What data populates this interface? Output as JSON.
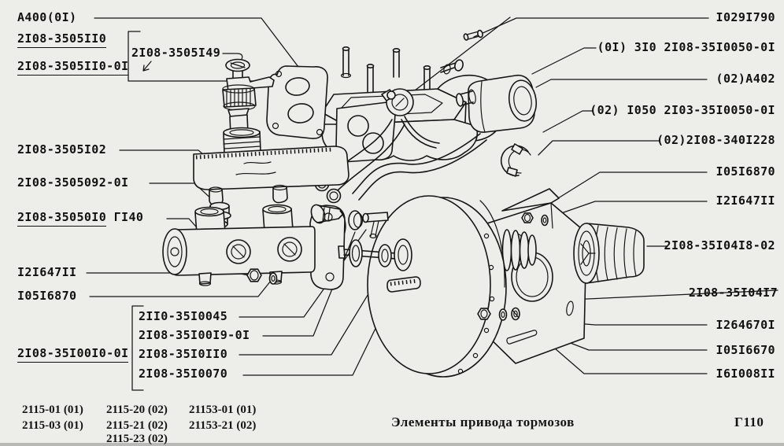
{
  "figure": {
    "caption": "Элементы привода тормозов",
    "figure_code": "Г110"
  },
  "model_table": {
    "col1": [
      "2115-01 (01)",
      "2115-03 (01)"
    ],
    "col2": [
      "2115-20 (02)",
      "2115-21 (02)",
      "2115-23 (02)"
    ],
    "col3": [
      "21153-01 (01)",
      "21153-21 (02)"
    ]
  },
  "callouts": {
    "a400": "A400(0I)",
    "c3505110": "2I08-3505II0",
    "c3505110_01": "2I08-3505II0-0I",
    "c3505149": "2I08-3505I49",
    "c3505102": "2I08-3505I02",
    "c3505092_01": "2I08-3505092-0I",
    "c3505010": "2I08-35050I0",
    "c3505010_suffix": " ГI40",
    "c1216471_left": "I2I647II",
    "c1051687_left": "I05I6870",
    "c3510045": "2II0-35I0045",
    "c3510019_01": "2I08-35I00I9-0I",
    "c3510110": "2I08-35I0II0",
    "c3510070": "2I08-35I0070",
    "c3510010_01": "2I08-35I00I0-0I",
    "c1029179": "I029I790",
    "c3510050_01": "(0I) 3I0 2I08-35I0050-0I",
    "a402": "(02)A402",
    "c2103_3510050": "(02) I050 2I03-35I0050-0I",
    "c3401228": "(02)2I08-340I228",
    "c1051687_right": "I05I6870",
    "c1216471_right": "I2I647II",
    "c3510418_02": "2I08-35I04I8-02",
    "c3510417": "2I08-35I04I7",
    "c1264670": "I264670I",
    "c1051667": "I05I6670",
    "c1610081": "I6I008II"
  }
}
